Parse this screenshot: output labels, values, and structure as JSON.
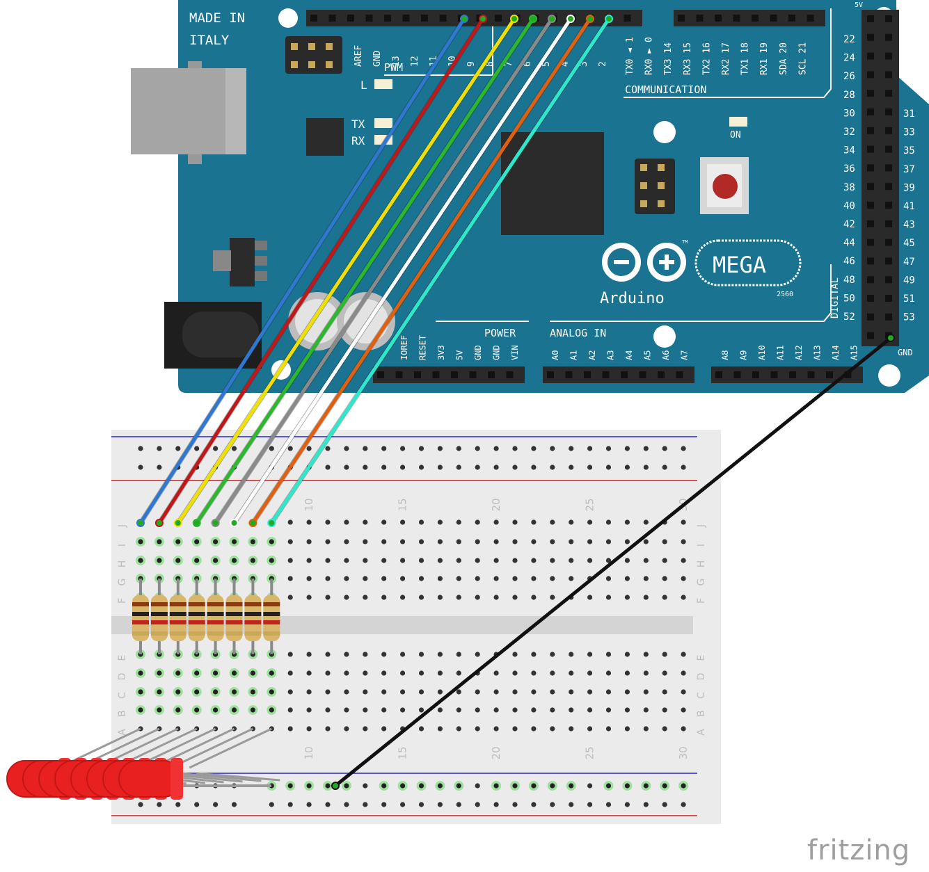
{
  "board": {
    "made_in": [
      "MADE IN",
      "ITALY"
    ],
    "pwm_label": "PWM",
    "pwm_pins": [
      "AREF",
      "GND",
      "13",
      "12",
      "11",
      "10",
      "9",
      "8",
      "7",
      "6",
      "5",
      "4",
      "3",
      "2"
    ],
    "comm_pins": [
      "TX0 ◄ 1",
      "RX0 ► 0",
      "TX3 14",
      "RX3 15",
      "TX2 16",
      "RX2 17",
      "TX1 18",
      "RX1 19",
      "SDA 20",
      "SCL 21"
    ],
    "communication_label": "COMMUNICATION",
    "led_l": "L",
    "led_tx": "TX",
    "led_rx": "RX",
    "led_on": "ON",
    "brand": "Arduino",
    "model": "MEGA",
    "model_sub": "2560",
    "tm": "TM",
    "power_label": "POWER",
    "power_pins": [
      "IOREF",
      "RESET",
      "3V3",
      "5V",
      "GND",
      "GND",
      "VIN"
    ],
    "analog_label": "ANALOG IN",
    "analog_pins_a": [
      "A0",
      "A1",
      "A2",
      "A3",
      "A4",
      "A5",
      "A6",
      "A7"
    ],
    "analog_pins_b": [
      "A8",
      "A9",
      "A10",
      "A11",
      "A12",
      "A13",
      "A14",
      "A15"
    ],
    "digital_label": "DIGITAL",
    "digital_left": [
      "22",
      "24",
      "26",
      "28",
      "30",
      "32",
      "34",
      "36",
      "38",
      "40",
      "42",
      "44",
      "46",
      "48",
      "50",
      "52"
    ],
    "digital_right": [
      "31",
      "33",
      "35",
      "37",
      "39",
      "41",
      "43",
      "45",
      "47",
      "49",
      "51",
      "53"
    ],
    "header_5v": "5V",
    "header_gnd": "GND"
  },
  "breadboard": {
    "col_numbers": [
      "10",
      "15",
      "20",
      "25",
      "30"
    ],
    "top_rows": [
      "J",
      "I",
      "H",
      "G",
      "F"
    ],
    "bottom_rows": [
      "E",
      "D",
      "C",
      "B",
      "A"
    ]
  },
  "wire_colors": [
    "#2f78d0",
    "#c01818",
    "#f0e000",
    "#2cb82c",
    "#8a8a8a",
    "#ffffff",
    "#e06010",
    "#2ee8cc"
  ],
  "colors": {
    "board": "#1a7390",
    "breadboard": "#ebebeb",
    "led": "#e82020",
    "resistor": "#d9b66a"
  },
  "watermark": "fritzing"
}
